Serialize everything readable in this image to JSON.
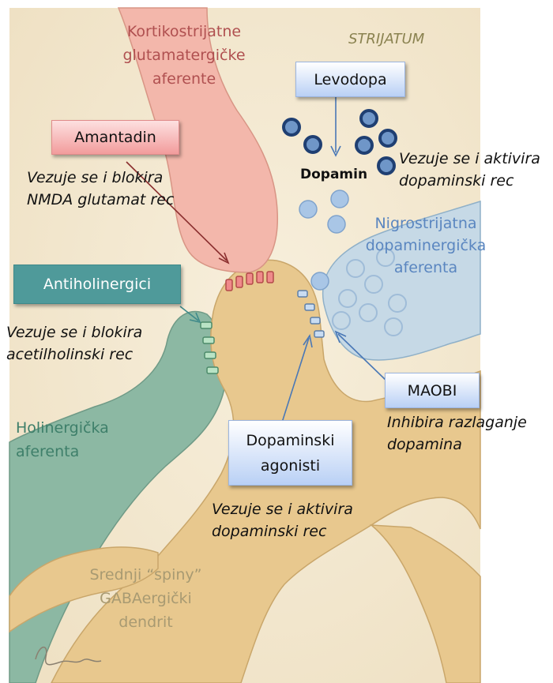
{
  "region_label": "STRIJATUM",
  "afferents": {
    "cortical": "Kortikostrijatne glutamatergičke aferente",
    "nigro": "Nigrostrijatna dopaminergička aferenta",
    "cholinergic": "Holinergička aferenta",
    "dendrite": "Srednji “spiny” GABAergički dendrit"
  },
  "neurotransmitter": "Dopamin",
  "drugs": {
    "levodopa": {
      "label": "Levodopa",
      "note": "Vezuje se i aktivira dopaminski rec"
    },
    "amantadin": {
      "label": "Amantadin",
      "note": "Vezuje se i blokira NMDA glutamat rec"
    },
    "antiholinergici": {
      "label": "Antiholinergici",
      "note": "Vezuje se i blokira acetilholinski rec"
    },
    "maobi": {
      "label": "MAOBI",
      "note": "Inhibira razlaganje dopamina"
    },
    "agonisti": {
      "label": "Dopaminski agonisti",
      "note": "Vezuje se i aktivira dopaminski rec"
    }
  },
  "colors": {
    "background": "#f4ead3",
    "dendrite": "#e8c88e",
    "cortical": "#f3b7ab",
    "nigro": "#c6d9e6",
    "cholinergic": "#8cb8a3",
    "vesicle": "#a9c6e6",
    "dopamine_molecule": "#6f96c8"
  }
}
